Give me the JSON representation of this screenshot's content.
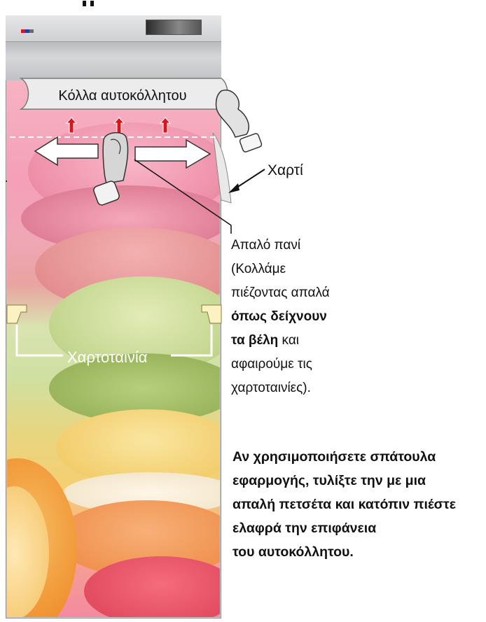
{
  "title_fragment": "...",
  "glue_label": "Κόλλα αυτοκόλλητου",
  "paper_label": "Χαρτί",
  "tape_label": "Χαρτοταινία",
  "cloth": {
    "line1": "Απαλό πανί",
    "line2": "(Κολλάμε",
    "line3": "πιέζοντας απαλά",
    "bold1": "όπως δείχνουν",
    "bold2": "τα βέλη",
    "after_bold": " και",
    "line6": "αφαιρούμε τις",
    "line7": "χαρτοταινίες)."
  },
  "note": {
    "line1": "Αν χρησιμοποιήσετε σπάτουλα",
    "line2": "εφαρμογής, τυλίξτε την με μια",
    "line3": "απαλή πετσέτα και κατόπιν πιέστε",
    "line4": "ελαφρά την επιφάνεια",
    "line5": "του αυτοκόλλητου."
  },
  "colors": {
    "arrow_red": "#d9141b",
    "fridge": "#c8c9cb",
    "callout_line": "#111111"
  }
}
